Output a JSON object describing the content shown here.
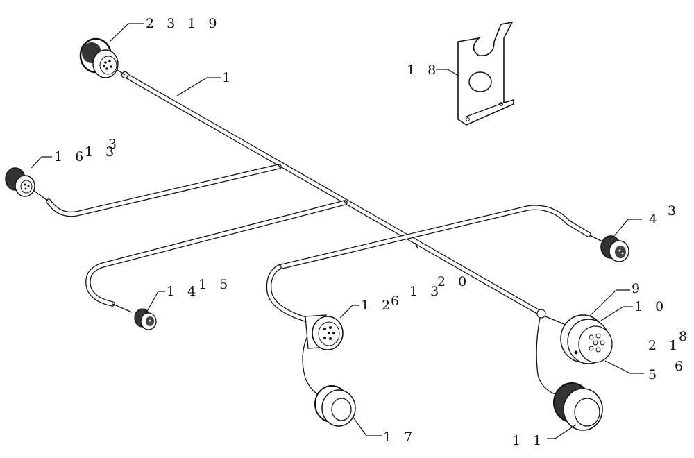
{
  "callouts": [
    {
      "id": "c1",
      "text": "2 3 1 9"
    },
    {
      "id": "c2",
      "text": "1"
    },
    {
      "id": "c3",
      "text": "1 8"
    },
    {
      "id": "c4",
      "text": "1 6"
    },
    {
      "id": "c5",
      "text": "1 3"
    },
    {
      "id": "c6",
      "text": "3"
    },
    {
      "id": "c7",
      "text": "4"
    },
    {
      "id": "c8",
      "text": "3"
    },
    {
      "id": "c9",
      "text": "1 4"
    },
    {
      "id": "c10",
      "text": "1 5"
    },
    {
      "id": "c11",
      "text": "1 2"
    },
    {
      "id": "c12",
      "text": "6"
    },
    {
      "id": "c13",
      "text": "1 3"
    },
    {
      "id": "c14",
      "text": "2 0"
    },
    {
      "id": "c15",
      "text": "9"
    },
    {
      "id": "c16",
      "text": "1 0"
    },
    {
      "id": "c17",
      "text": "2 1"
    },
    {
      "id": "c18",
      "text": "8"
    },
    {
      "id": "c19",
      "text": "5"
    },
    {
      "id": "c20",
      "text": "6"
    },
    {
      "id": "c21",
      "text": "1 7"
    },
    {
      "id": "c22",
      "text": "1 1"
    }
  ]
}
